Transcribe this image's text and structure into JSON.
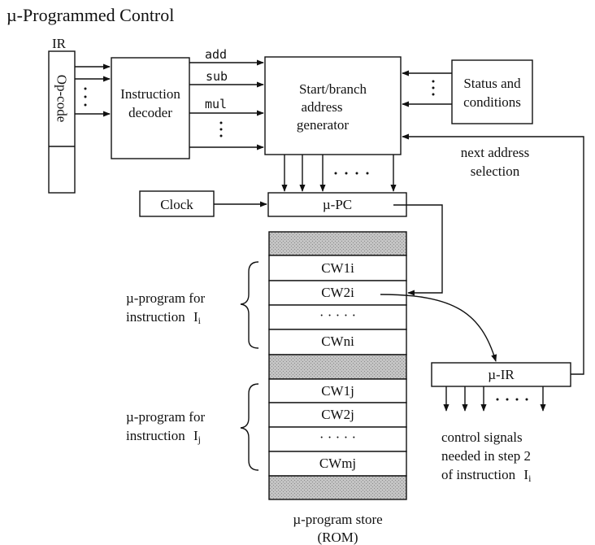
{
  "title": "µ-Programmed Control",
  "ir": {
    "label": "IR",
    "opcode": "Op-code"
  },
  "decoder": {
    "line1": "Instruction",
    "line2": "decoder"
  },
  "decoder_outputs": [
    "add",
    "sub",
    "mul"
  ],
  "generator": {
    "line1": "Start/branch",
    "line2": "address",
    "line3": "generator"
  },
  "status": {
    "line1": "Status and",
    "line2": "conditions"
  },
  "next_address": {
    "line1": "next address",
    "line2": "selection"
  },
  "clock": "Clock",
  "upc": "µ-PC",
  "uir": "µ-IR",
  "store_rows": [
    "CW1i",
    "CW2i",
    "· · · · ·",
    "CWni",
    "CW1j",
    "CW2j",
    "· · · · ·",
    "CWmj"
  ],
  "program_i": {
    "line1": "µ-program for",
    "line2": "instruction",
    "sym": "I",
    "sub": "i"
  },
  "program_j": {
    "line1": "µ-program for",
    "line2": "instruction",
    "sym": "I",
    "sub": "j"
  },
  "control_signals": {
    "line1": "control signals",
    "line2": "needed in step 2",
    "line3": "of instruction",
    "sym": "I",
    "sub": "i"
  },
  "store_caption": {
    "line1": "µ-program store",
    "line2": "(ROM)"
  },
  "colors": {
    "ink": "#111111",
    "shade": "#bdbdbd"
  }
}
